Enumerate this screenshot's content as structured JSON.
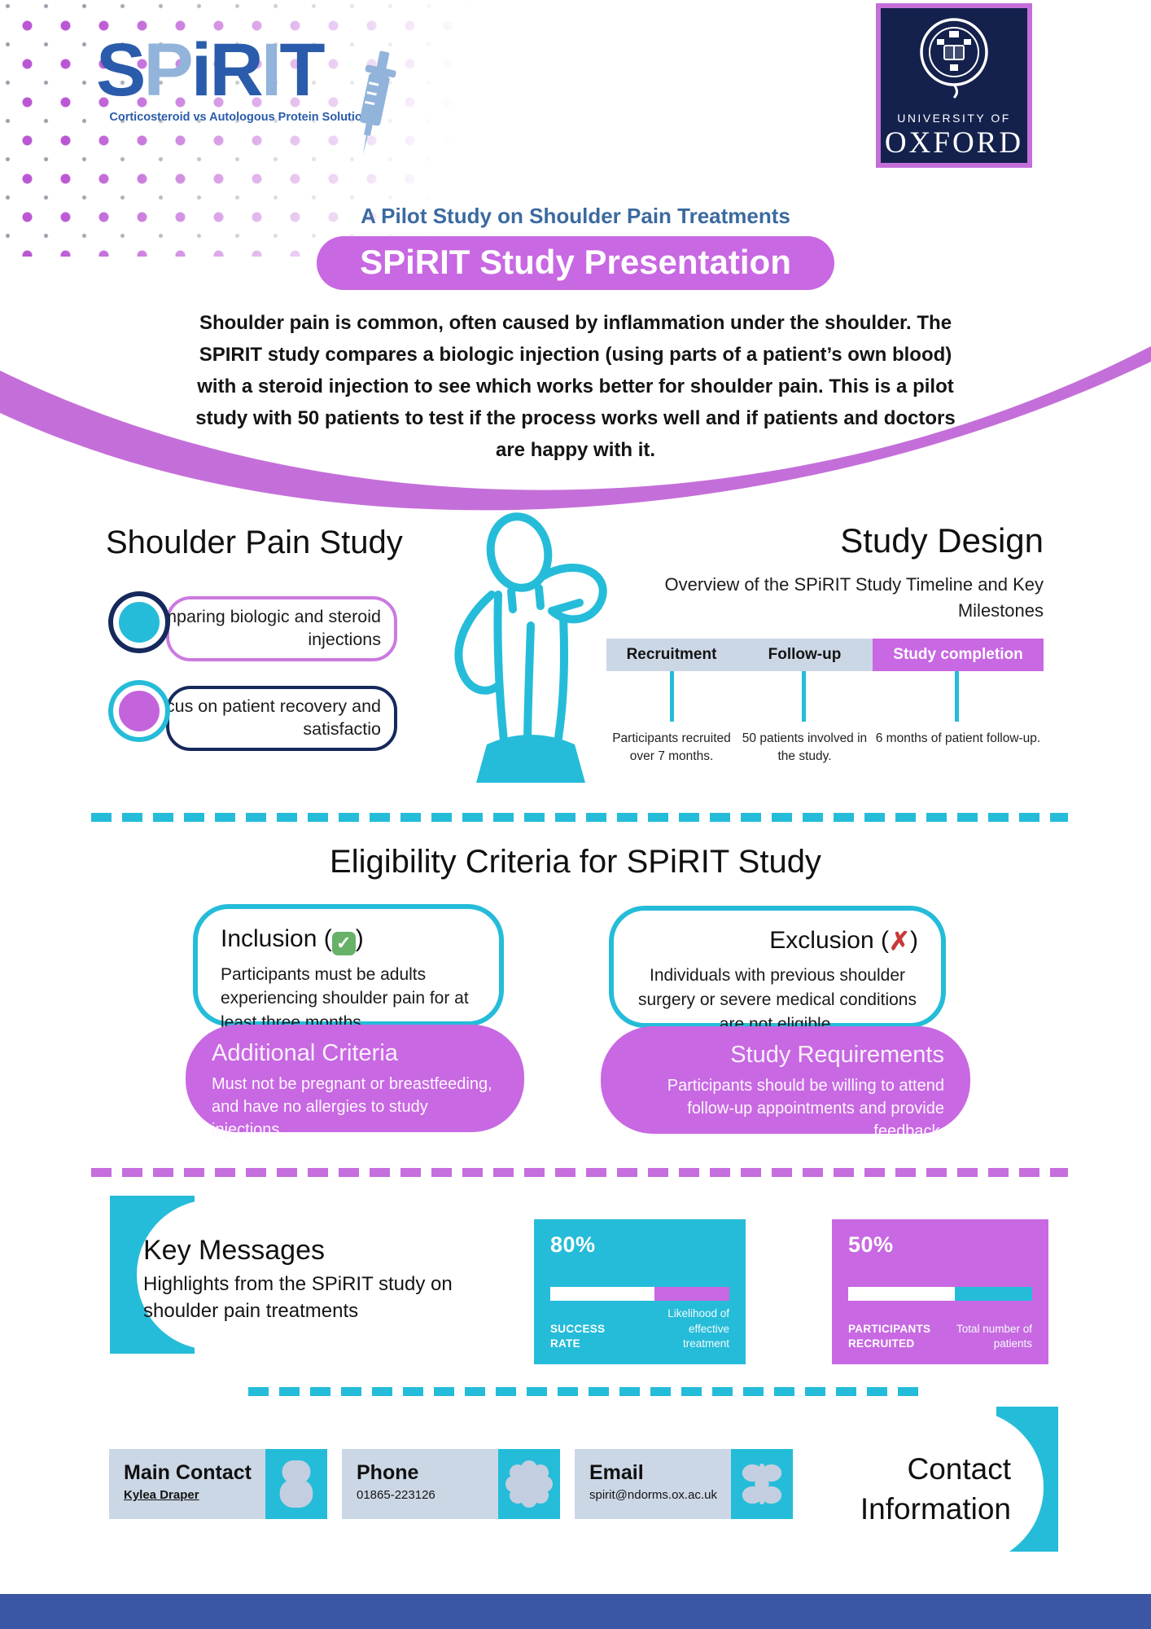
{
  "symbols": {
    "paren_open": "(",
    "paren_close": ")",
    "check": "✓",
    "cross": "✗"
  },
  "logo": {
    "l1": "S",
    "l2": "P",
    "l3": "i",
    "l4": "R",
    "l5": "I",
    "l6": "T",
    "tagline": "Corticosteroid vs Autologous Protein Solution"
  },
  "oxford": {
    "line1": "UNIVERSITY OF",
    "line2": "OXFORD"
  },
  "header": {
    "subtitle": "A Pilot Study on Shoulder Pain Treatments",
    "title": "SPiRIT Study Presentation",
    "intro": "Shoulder pain is common, often caused by inflammation under the shoulder. The SPIRIT study compares a biologic injection (using parts of a patient’s own blood) with a steroid injection to see which works better for shoulder pain. This is a pilot study with 50 patients to test if the process works well and if patients and doctors are happy with it."
  },
  "study": {
    "heading": "Shoulder Pain Study",
    "point1": "Comparing biologic and steroid injections",
    "point2": "Focus on patient recovery and satisfactio",
    "design_heading": "Study Design",
    "design_subtitle": "Overview of the SPiRIT Study Timeline and Key Milestones",
    "timeline": [
      {
        "label": "Recruitment",
        "desc": "Participants recruited over 7 months."
      },
      {
        "label": "Follow-up",
        "desc": "50 patients involved in the study."
      },
      {
        "label": "Study completion",
        "desc": "6 months of patient follow-up."
      }
    ]
  },
  "eligibility": {
    "heading": "Eligibility Criteria for SPiRIT Study",
    "inclusion": {
      "title": "Inclusion ",
      "body": "Participants must be adults experiencing shoulder pain for at least three months.",
      "sub_title": "Additional Criteria",
      "sub_body": "Must not be pregnant or breastfeeding, and have no allergies to study injections."
    },
    "exclusion": {
      "title": "Exclusion ",
      "body": "Individuals with previous shoulder surgery or severe medical conditions are not eligible.",
      "sub_title": "Study Requirements",
      "sub_body": "Participants should be willing to attend follow-up appointments and provide feedback."
    }
  },
  "key_messages": {
    "heading": "Key Messages",
    "subheading": "Highlights from the SPiRIT study on shoulder pain treatments",
    "stats": [
      {
        "value": "80%",
        "label": "SUCCESS RATE",
        "caption": "Likelihood of effective treatment"
      },
      {
        "value": "50%",
        "label": "PARTICIPANTS RECRUITED",
        "caption": "Total number of patients"
      }
    ]
  },
  "contact": {
    "heading": "Contact Information",
    "items": [
      {
        "title": "Main Contact",
        "value": "Kylea Draper"
      },
      {
        "title": "Phone",
        "value": "01865-223126"
      },
      {
        "title": "Email",
        "value": "spirit@ndorms.ox.ac.uk"
      }
    ]
  },
  "colors": {
    "cyan": "#25bcd9",
    "purple": "#c868e2",
    "navy": "#16295c",
    "oxford_navy": "#14214d",
    "light_blue_gray": "#ccd7e6",
    "logo_blue": "#2b5cab",
    "bottom_bar": "#3a56a5"
  }
}
